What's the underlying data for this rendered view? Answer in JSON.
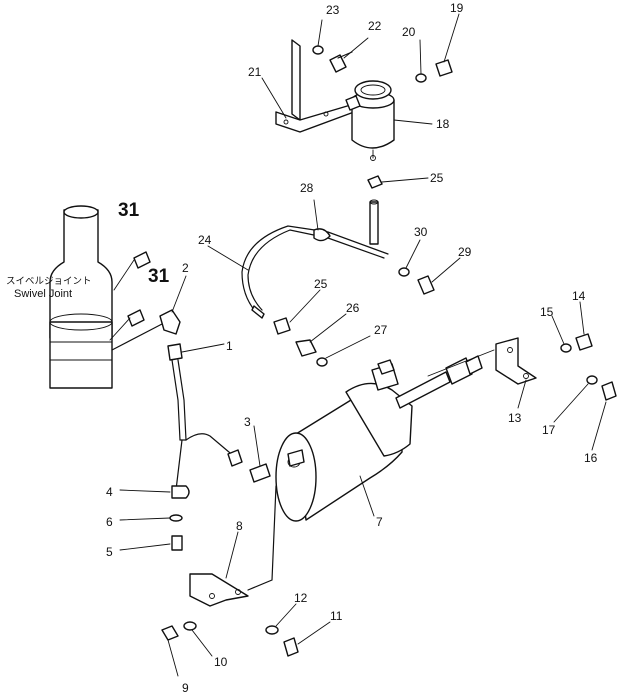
{
  "diagram": {
    "swivel_joint_jp": "スイベルジョイント",
    "swivel_joint_en": "Swivel Joint",
    "callouts": [
      "1",
      "2",
      "3",
      "4",
      "5",
      "6",
      "7",
      "8",
      "9",
      "10",
      "11",
      "12",
      "13",
      "14",
      "15",
      "16",
      "17",
      "18",
      "19",
      "20",
      "21",
      "22",
      "23",
      "24",
      "25",
      "26",
      "27",
      "28",
      "29",
      "30",
      "31"
    ]
  }
}
